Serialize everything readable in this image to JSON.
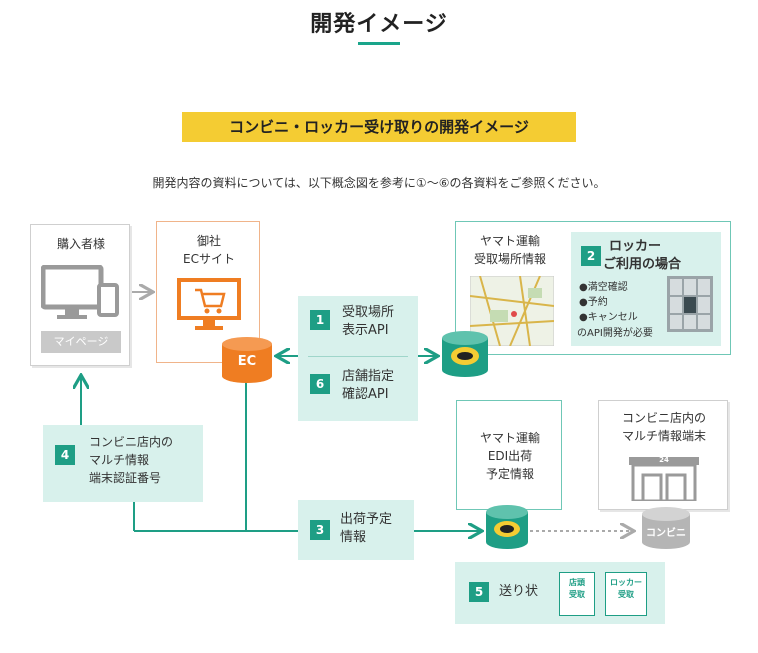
{
  "page": {
    "title": "開発イメージ",
    "banner": "コンビニ・ロッカー受け取りの開発イメージ",
    "intro": "開発内容の資料については、以下概念図を参考に①〜⑥の各資料をご参照ください。"
  },
  "nodes": {
    "buyer": {
      "label": "購入者様",
      "mypage": "マイページ"
    },
    "ec_site": {
      "label_line1": "御社",
      "label_line2": "ECサイト",
      "db_label": "EC"
    },
    "yamato_pickup": {
      "line1": "ヤマト運輸",
      "line2": "受取場所情報"
    },
    "locker": {
      "number": "2",
      "title_line1": "ロッカー",
      "title_line2": "ご利用の場合",
      "items": [
        "●満空確認",
        "●予約",
        "●キャンセル"
      ],
      "footer": "のAPI開発が必要"
    },
    "api_1": {
      "number": "1",
      "line1": "受取場所",
      "line2": "表示API"
    },
    "api_6": {
      "number": "6",
      "line1": "店舗指定",
      "line2": "確認API"
    },
    "terminal_code": {
      "number": "4",
      "line1": "コンビニ店内の",
      "line2": "マルチ情報",
      "line3": "端末認証番号"
    },
    "yamato_edi": {
      "line1": "ヤマト運輸",
      "line2": "EDI出荷",
      "line3": "予定情報"
    },
    "store_terminal": {
      "line1": "コンビニ店内の",
      "line2": "マルチ情報端末",
      "shop_sign": "24",
      "db_label": "コンビニ"
    },
    "shipping_plan": {
      "number": "3",
      "line1": "出荷予定",
      "line2": "情報"
    },
    "waybill": {
      "number": "5",
      "label": "送り状",
      "stamp1_line1": "店頭",
      "stamp1_line2": "受取",
      "stamp2_line1": "ロッカー",
      "stamp2_line2": "受取"
    }
  },
  "colors": {
    "teal": "#1e9e85",
    "teal_light": "#d8f1ec",
    "orange": "#ef7d22",
    "yellow": "#f4cc33",
    "gray": "#9a9a9a"
  }
}
